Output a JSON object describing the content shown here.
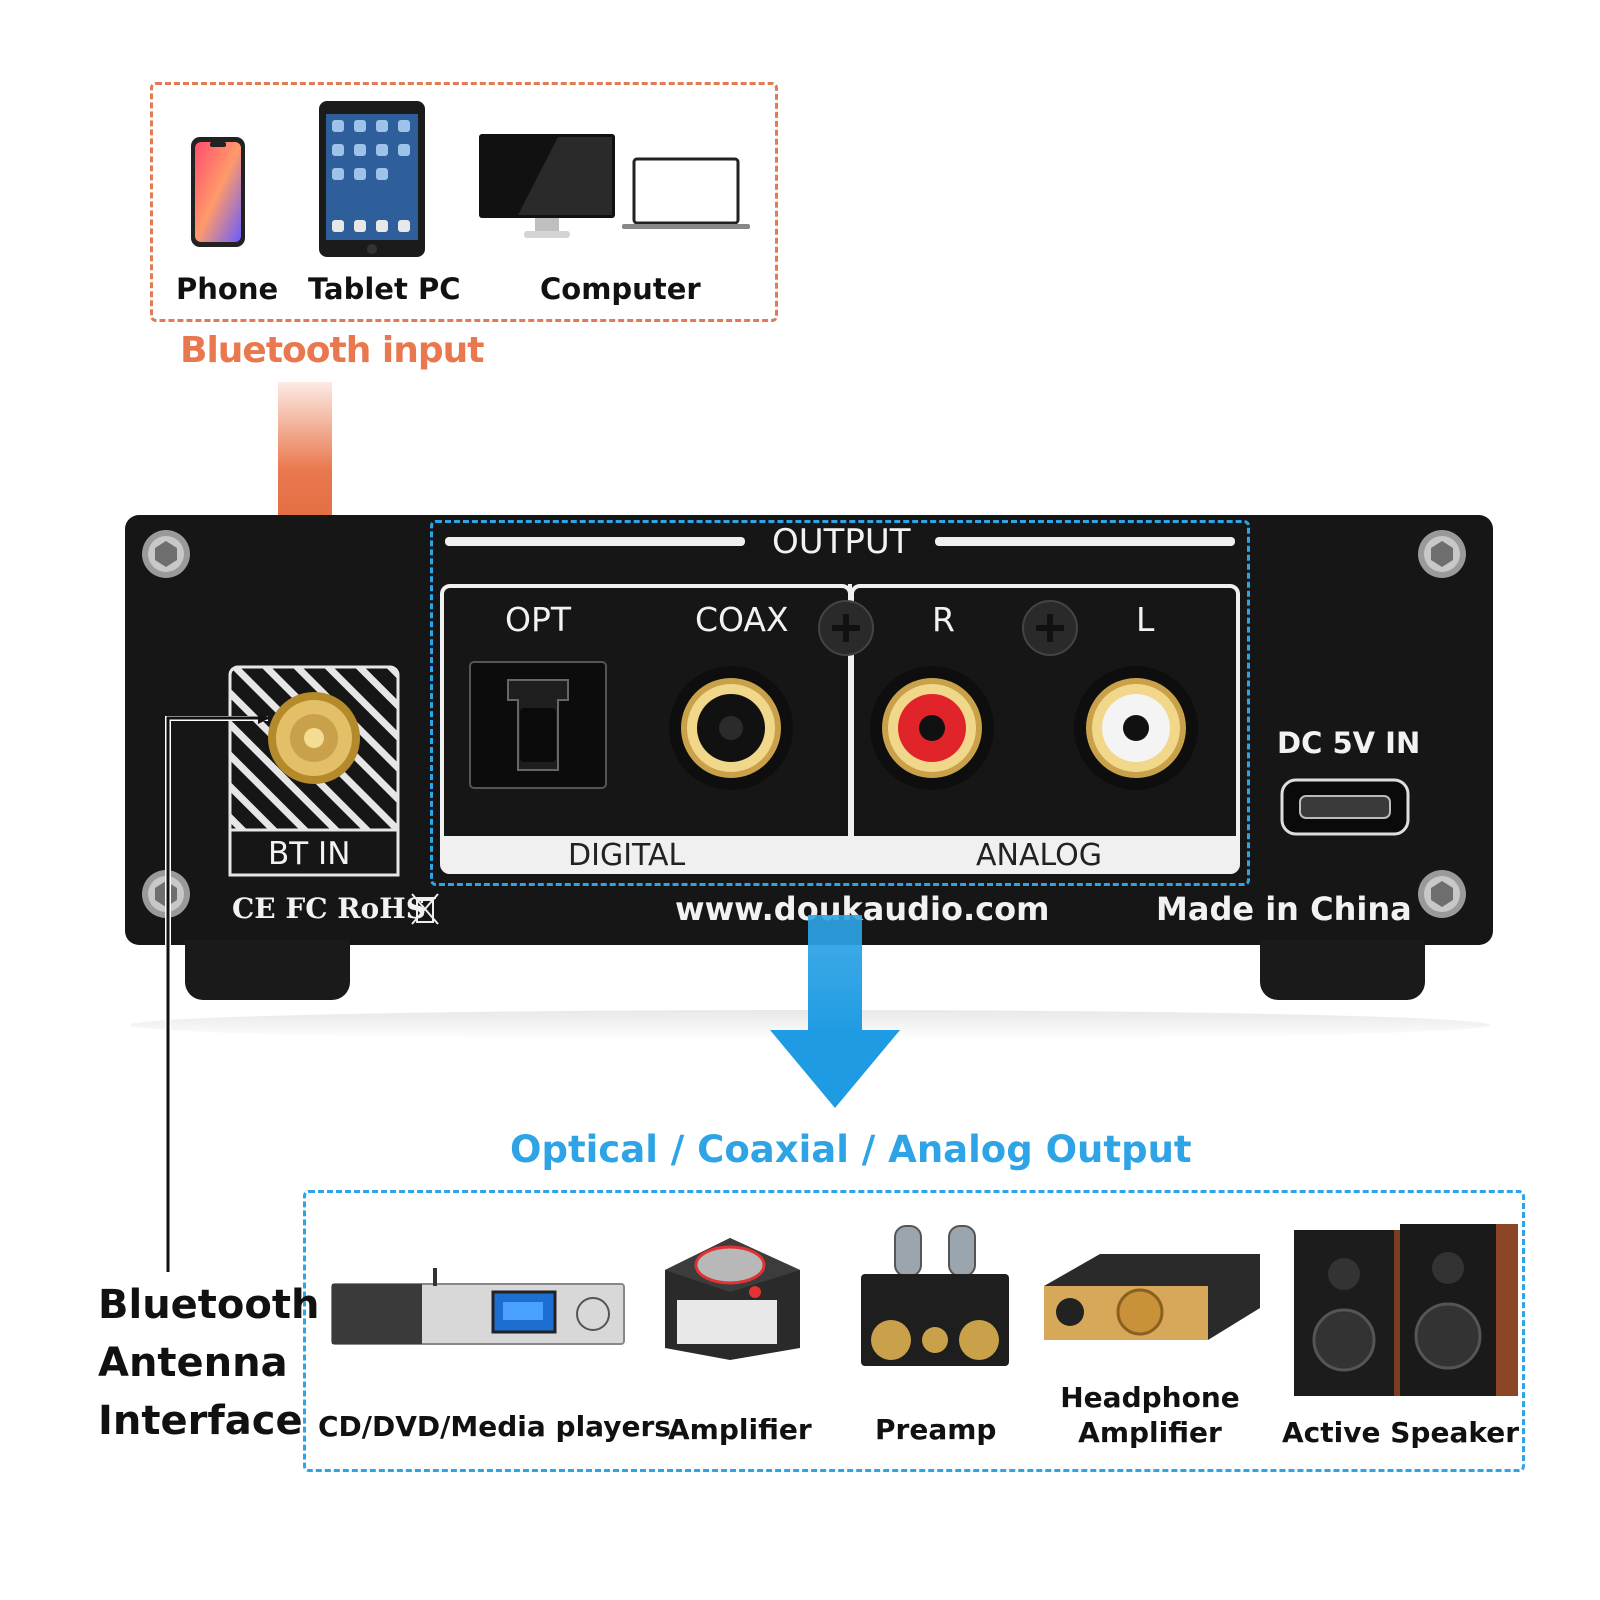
{
  "input_devices": [
    {
      "label": "Phone",
      "icon": "phone-icon"
    },
    {
      "label": "Tablet PC",
      "icon": "tablet-icon"
    },
    {
      "label": "Computer",
      "icon": "computer-icon"
    }
  ],
  "input_title": "Bluetooth input",
  "panel": {
    "output_header": "OUTPUT",
    "digital_ports": [
      "OPT",
      "COAX"
    ],
    "analog_ports": [
      "R",
      "L"
    ],
    "digital_label": "DIGITAL",
    "analog_label": "ANALOG",
    "bt_label": "BT IN",
    "dc_label": "DC 5V IN",
    "marks": "CE FC RoHS",
    "website": "www.doukaudio.com",
    "origin": "Made in China"
  },
  "antenna_label": [
    "Bluetooth",
    "Antenna",
    "Interface"
  ],
  "output_title": "Optical / Coaxial / Analog Output",
  "output_devices": [
    {
      "label": "CD/DVD/Media players",
      "icon": "media-player-icon"
    },
    {
      "label": "Amplifier",
      "icon": "amplifier-icon"
    },
    {
      "label": "Preamp",
      "icon": "preamp-icon"
    },
    {
      "label": [
        "Headphone",
        "Amplifier"
      ],
      "icon": "headphone-amplifier-icon"
    },
    {
      "label": "Active Speaker",
      "icon": "speaker-icon"
    }
  ],
  "colors": {
    "input_accent": "#e9784e",
    "output_accent": "#2ea4e6",
    "panel": "#161616"
  }
}
